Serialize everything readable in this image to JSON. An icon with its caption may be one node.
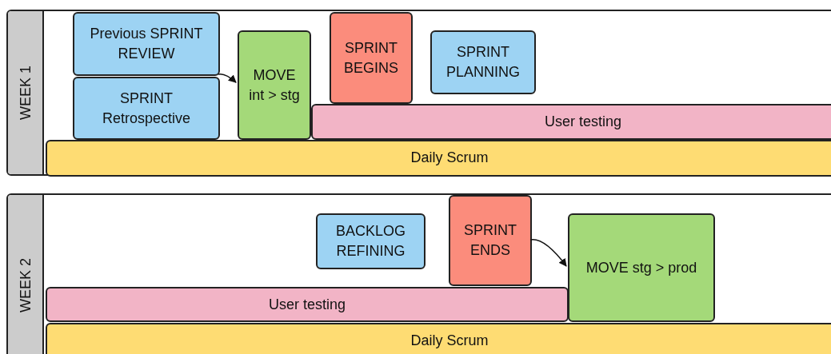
{
  "diagram": {
    "nodes": [
      {
        "text": [
          "WEEK 1"
        ]
      },
      {
        "text": [
          "Previous SPRINT REVIEW"
        ],
        "in": 0
      },
      {
        "text": [
          "SPRINT Retrospective"
        ],
        "in": 0
      },
      {
        "text": [
          "MOVE int > stg"
        ],
        "in": 0
      },
      {
        "text": [
          "SPRINT BEGINS"
        ],
        "in": 0
      },
      {
        "text": [
          "SPRINT PLANNING"
        ],
        "in": 0
      },
      {
        "text": [
          "User testing"
        ],
        "in": 0
      },
      {
        "text": [
          "Daily Scrum"
        ],
        "in": 0
      },
      {
        "text": [
          "WEEK 2"
        ]
      },
      {
        "text": [
          "BACKLOG REFINING"
        ],
        "in": 8
      },
      {
        "text": [
          "SPRINT ENDS"
        ],
        "in": 8
      },
      {
        "text": [
          "MOVE stg > prod"
        ],
        "in": 8
      },
      {
        "text": [
          "User testing"
        ],
        "in": 8
      },
      {
        "text": [
          "Daily Scrum"
        ],
        "in": 8
      }
    ],
    "edges": [
      {
        "from": 2,
        "to": 3,
        "arrow": "to"
      },
      {
        "from": 10,
        "to": 11,
        "arrow": "to"
      }
    ]
  }
}
